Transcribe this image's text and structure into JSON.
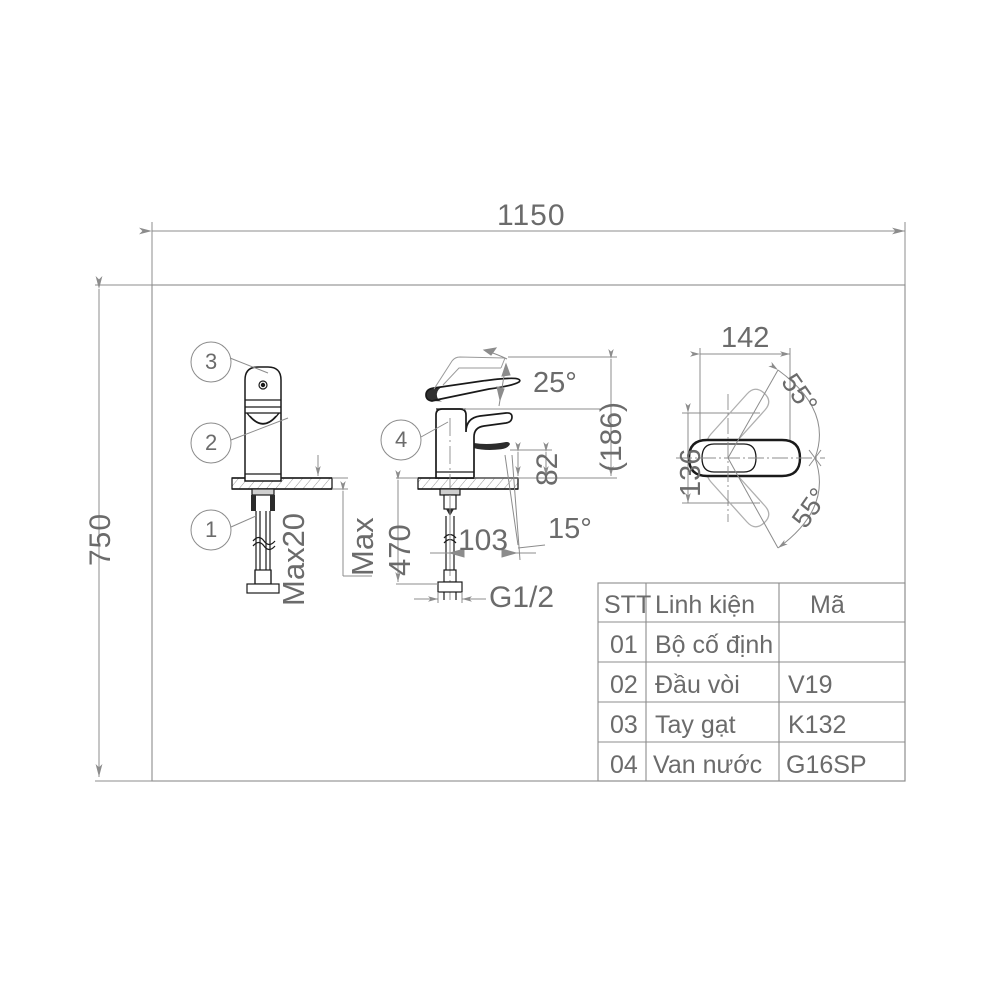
{
  "drawing": {
    "title": "Basin mixer faucet technical drawing",
    "line_color": "#8c8c8c",
    "heavy_line_color": "#1a1a1a",
    "text_color": "#6b6b6b"
  },
  "overall_dimensions": {
    "width_label": "1150",
    "height_label": "750"
  },
  "callouts": [
    {
      "id": "callout-1",
      "label": "1"
    },
    {
      "id": "callout-2",
      "label": "2"
    },
    {
      "id": "callout-3",
      "label": "3"
    },
    {
      "id": "callout-4",
      "label": "4"
    }
  ],
  "left_view": {
    "max_depth_label": "Max20"
  },
  "center_view": {
    "max_label": "Max",
    "hose_length_label": "470",
    "spout_angle_label": "25°",
    "spout_height_label": "82",
    "total_height_label": "(186)",
    "tilt_angle_label": "15°",
    "reach_label": "103",
    "thread_label": "G1/2"
  },
  "top_view": {
    "width_label": "142",
    "depth_label": "136",
    "swivel_angle_upper": "55°",
    "swivel_angle_lower": "55°"
  },
  "parts_table": {
    "headers": [
      "STT",
      "Linh kiện",
      "Mã"
    ],
    "rows": [
      {
        "stt": "01",
        "part": "Bộ cố định",
        "code": ""
      },
      {
        "stt": "02",
        "part": "Đầu vòi",
        "code": "V19"
      },
      {
        "stt": "03",
        "part": "Tay gạt",
        "code": "K132"
      },
      {
        "stt": "04",
        "part": "Van nước",
        "code": "G16SP"
      }
    ]
  }
}
